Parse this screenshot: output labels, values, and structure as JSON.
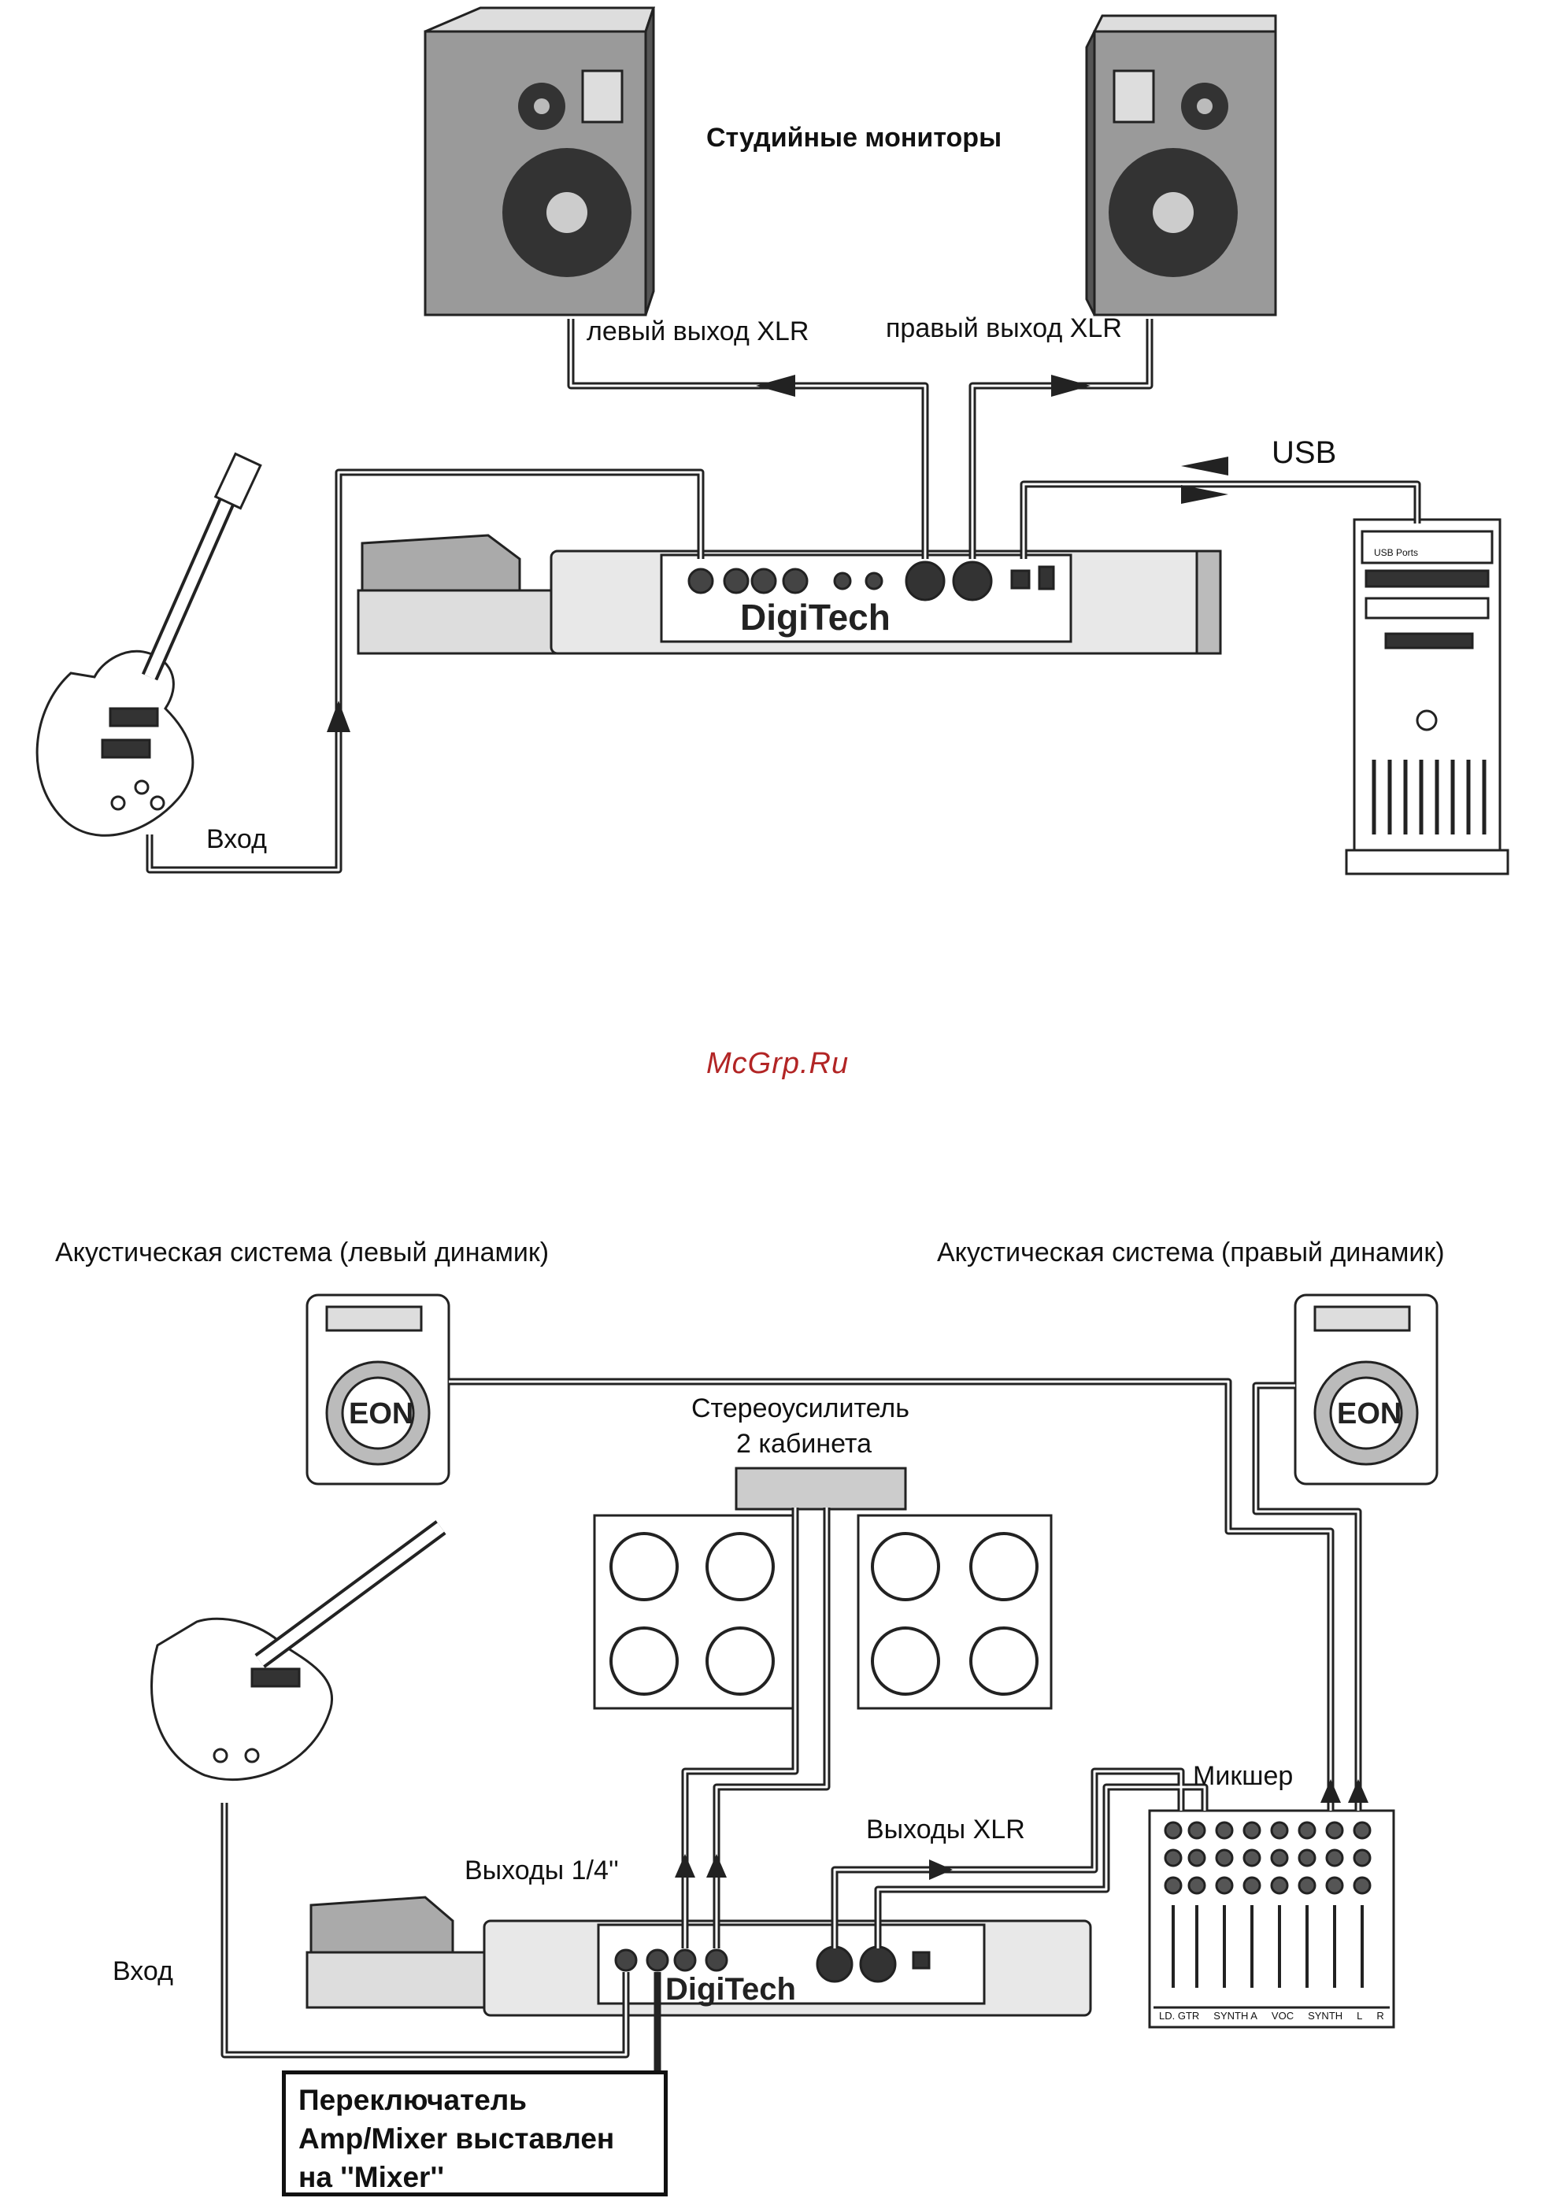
{
  "watermark": "McGrp.Ru",
  "top_diagram": {
    "title": "Студийные мониторы",
    "left_output": "левый выход XLR",
    "right_output": "правый выход XLR",
    "usb": "USB",
    "input": "Вход",
    "device_brand": "DigiTech",
    "pc_port": "USB Ports"
  },
  "bottom_diagram": {
    "left_speaker": "Акустическая система (левый динамик)",
    "right_speaker": "Акустическая система (правый динамик)",
    "amp_line1": "Стереоусилитель",
    "amp_line2": "2 кабинета",
    "outputs_quarter": "Выходы 1/4''",
    "outputs_xlr": "Выходы XLR",
    "mixer": "Микшер",
    "input": "Вход",
    "switch_note": "Переключатель\nAmp/Mixer выставлен\nна ''Mixer''",
    "speaker_brand": "EON",
    "device_brand": "DigiTech",
    "mixer_channels": [
      "LD. GTR",
      "SYNTH A",
      "VOC",
      "SYNTH",
      "L",
      "R"
    ]
  }
}
